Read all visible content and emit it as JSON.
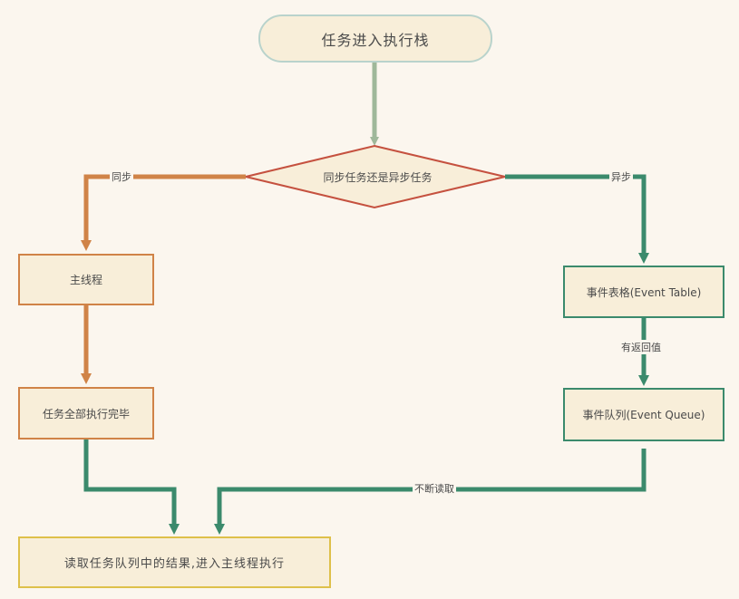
{
  "nodes": {
    "start": "任务进入执行栈",
    "decision": "同步任务还是异步任务",
    "main_thread": "主线程",
    "all_done": "任务全部执行完毕",
    "event_table": "事件表格(Event Table)",
    "event_queue": "事件队列(Event Queue)",
    "result": "读取任务队列中的结果,进入主线程执行"
  },
  "edge_labels": {
    "sync": "同步",
    "async": "异步",
    "callback": "有返回值",
    "read": "不断读取"
  },
  "colors": {
    "background": "#fbf6ee",
    "node_fill": "#f8eed9",
    "start_border": "#b9d3cc",
    "start_arrow": "#9fb89a",
    "decision_border": "#c5513f",
    "sync": "#d08347",
    "async": "#3b8a6c",
    "result_border": "#dec04a"
  }
}
